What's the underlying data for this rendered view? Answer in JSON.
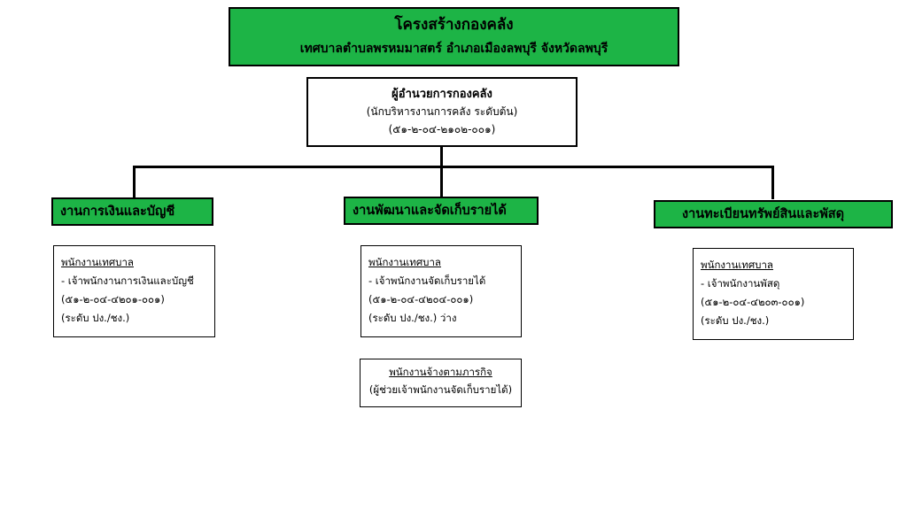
{
  "title": {
    "line1": "โครงสร้างกองคลัง",
    "line2": "เทศบาลตำบลพรหมมาสตร์ อำเภอเมืองลพบุรี จังหวัดลพบุรี"
  },
  "head": {
    "title": "ผู้อำนวยการกองคลัง",
    "subtitle": "(นักบริหารงานการคลัง  ระดับต้น)",
    "code": "(๕๑-๒-๐๔-๒๑๐๒-๐๐๑)"
  },
  "departments": [
    {
      "name": "งานการเงินและบัญชี",
      "staff": {
        "heading": "พนักงานเทศบาล",
        "position": "- เจ้าพนักงานการเงินและบัญชี",
        "code": "(๕๑-๒-๐๔-๔๒๐๑-๐๐๑)",
        "level": "(ระดับ ปง./ชง.)"
      }
    },
    {
      "name": "งานพัฒนาและจัดเก็บรายได้",
      "staff": {
        "heading": "พนักงานเทศบาล",
        "position": "- เจ้าพนักงานจัดเก็บรายได้",
        "code": "(๕๑-๒-๐๔-๔๒๐๔-๐๐๑)",
        "level": "(ระดับ ปง./ชง.) ว่าง"
      },
      "contract": {
        "heading": "พนักงานจ้างตามภารกิจ",
        "position": "(ผู้ช่วยเจ้าพนักงานจัดเก็บรายได้)"
      }
    },
    {
      "name": "งานทะเบียนทรัพย์สินและพัสดุ",
      "staff": {
        "heading": "พนักงานเทศบาล",
        "position": "- เจ้าพนักงานพัสดุ",
        "code": "(๕๑-๒-๐๔-๔๒๐๓-๐๐๑)",
        "level": "(ระดับ ปง./ชง.)"
      }
    }
  ],
  "colors": {
    "header_fill": "#1db446",
    "border": "#000000"
  }
}
